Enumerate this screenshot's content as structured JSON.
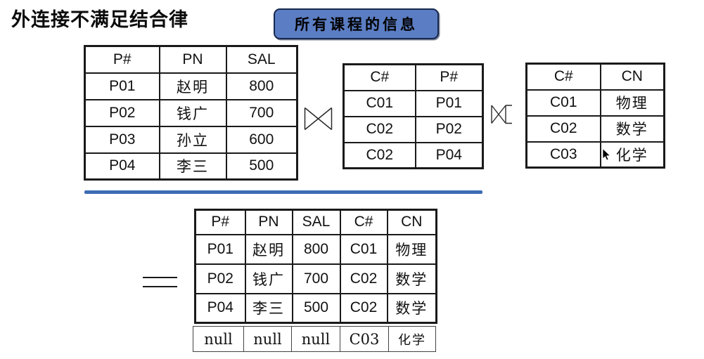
{
  "slide": {
    "title": "外连接不满足结合律",
    "badge_label": "所有课程的信息"
  },
  "colors": {
    "badge_fill": "#5b7dc3",
    "badge_border": "#16294f",
    "divider": "#3e6cb5",
    "table_border": "#1a1a1a"
  },
  "p_table": {
    "headers": [
      "P#",
      "PN",
      "SAL"
    ],
    "rows": [
      [
        "P01",
        "赵明",
        "800"
      ],
      [
        "P02",
        "钱广",
        "700"
      ],
      [
        "P03",
        "孙立",
        "600"
      ],
      [
        "P04",
        "李三",
        "500"
      ]
    ]
  },
  "cp_table": {
    "headers": [
      "C#",
      "P#"
    ],
    "rows": [
      [
        "C01",
        "P01"
      ],
      [
        "C02",
        "P02"
      ],
      [
        "C02",
        "P04"
      ]
    ]
  },
  "c_table": {
    "headers": [
      "C#",
      "CN"
    ],
    "rows": [
      [
        "C01",
        "物理"
      ],
      [
        "C02",
        "数学"
      ],
      [
        "C03",
        "化学"
      ]
    ]
  },
  "result_table": {
    "headers": [
      "P#",
      "PN",
      "SAL",
      "C#",
      "CN"
    ],
    "rows": [
      [
        "P01",
        "赵明",
        "800",
        "C01",
        "物理"
      ],
      [
        "P02",
        "钱广",
        "700",
        "C02",
        "数学"
      ],
      [
        "P04",
        "李三",
        "500",
        "C02",
        "数学"
      ]
    ]
  },
  "null_row": [
    "null",
    "null",
    "null",
    "C03",
    "化学"
  ],
  "operators": {
    "join_left_icon": "natural-join-bowtie",
    "join_right_icon": "outer-join-bowtie",
    "equals_icon": "equals-sign",
    "cursor_icon": "mouse-pointer"
  }
}
